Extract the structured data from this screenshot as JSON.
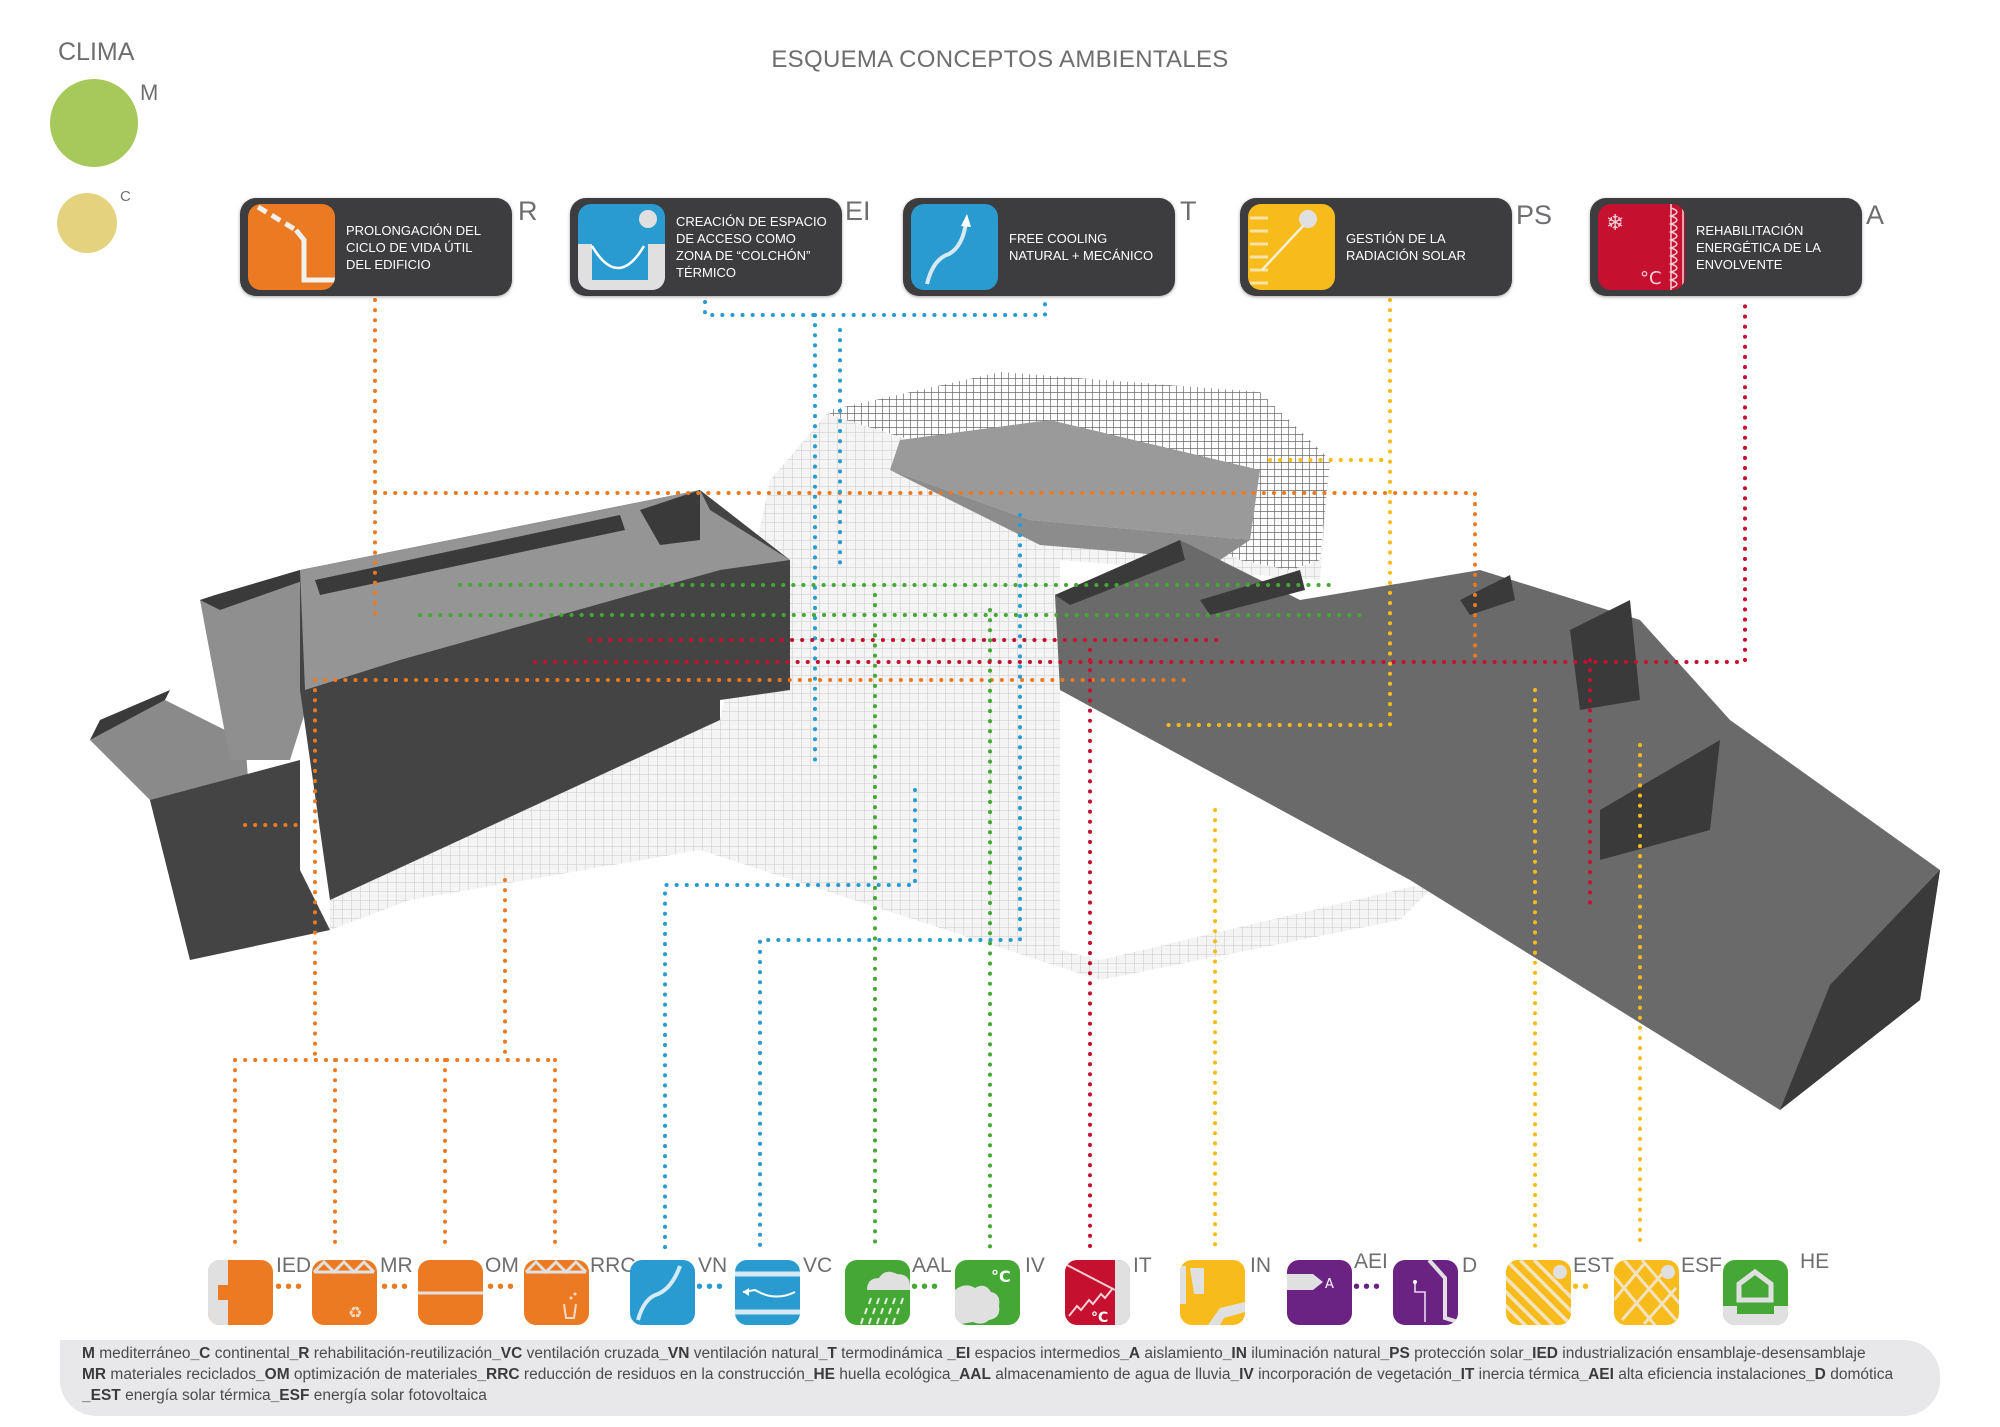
{
  "title": "ESQUEMA CONCEPTOS AMBIENTALES",
  "clima": {
    "label": "CLIMA",
    "items": [
      {
        "code": "M",
        "name": "mediterráneo",
        "color": "#a7c85b"
      },
      {
        "code": "C",
        "name": "continental",
        "color": "#e4d27f"
      }
    ]
  },
  "colors": {
    "orange": "#ec7a22",
    "blue": "#2a9bd0",
    "green": "#45a835",
    "red": "#c5102f",
    "yellow": "#f7bb1c",
    "purple": "#6b2383",
    "dark_card": "#3d3c3e",
    "light_grey": "#e0e0e1"
  },
  "concepts": [
    {
      "code": "R",
      "text": "PROLONGACIÓN DEL\nCICLO DE VIDA ÚTIL\nDEL EDIFICIO",
      "color": "#ec7a22",
      "icon": "building-profile-icon"
    },
    {
      "code": "EI",
      "text": "CREACIÓN DE ESPACIO\nDE ACCESO COMO\nZONA DE “COLCHÓN”\nTÉRMICO",
      "color": "#2a9bd0",
      "icon": "thermal-cushion-icon"
    },
    {
      "code": "T",
      "text": "FREE COOLING\nNATURAL + MECÁNICO",
      "color": "#2a9bd0",
      "icon": "airflow-arrow-icon"
    },
    {
      "code": "PS",
      "text": "GESTIÓN DE LA\nRADIACIÓN SOLAR",
      "color": "#f7bb1c",
      "icon": "solar-radiation-icon"
    },
    {
      "code": "A",
      "text": "REHABILITACIÓN\nENERGÉTICA DE LA\nENVOLVENTE",
      "color": "#c5102f",
      "icon": "insulation-icon"
    }
  ],
  "strategies": [
    {
      "code": "IED",
      "color": "#ec7a22",
      "icon": "assembly-icon"
    },
    {
      "code": "MR",
      "color": "#ec7a22",
      "icon": "recycle-icon"
    },
    {
      "code": "OM",
      "color": "#ec7a22",
      "icon": "material-optimization-icon"
    },
    {
      "code": "RRC",
      "color": "#ec7a22",
      "icon": "waste-bin-icon"
    },
    {
      "code": "VN",
      "color": "#2a9bd0",
      "icon": "natural-ventilation-icon"
    },
    {
      "code": "VC",
      "color": "#2a9bd0",
      "icon": "cross-ventilation-icon"
    },
    {
      "code": "AAL",
      "color": "#45a835",
      "icon": "rain-cloud-icon"
    },
    {
      "code": "IV",
      "color": "#45a835",
      "icon": "vegetation-icon"
    },
    {
      "code": "IT",
      "color": "#c5102f",
      "icon": "thermal-inertia-icon"
    },
    {
      "code": "IN",
      "color": "#f7bb1c",
      "icon": "daylight-icon"
    },
    {
      "code": "AEI",
      "color": "#6b2383",
      "icon": "efficiency-tag-icon"
    },
    {
      "code": "D",
      "color": "#6b2383",
      "icon": "domotics-circuit-icon"
    },
    {
      "code": "EST",
      "color": "#f7bb1c",
      "icon": "solar-thermal-icon"
    },
    {
      "code": "ESF",
      "color": "#f7bb1c",
      "icon": "solar-pv-icon"
    },
    {
      "code": "HE",
      "color": "#45a835",
      "icon": "eco-house-icon"
    }
  ],
  "separators": [
    "•••",
    "•••",
    "•••",
    "•••",
    "•••",
    "•••"
  ],
  "legend": {
    "lines": [
      [
        {
          "code": "M",
          "desc": "mediterráneo"
        },
        {
          "code": "C",
          "desc": "continental"
        },
        {
          "code": "R",
          "desc": "rehabilitación-reutilización"
        },
        {
          "code": "VC",
          "desc": "ventilación cruzada"
        },
        {
          "code": "VN",
          "desc": "ventilación natural"
        },
        {
          "code": "T",
          "desc": "termodinámica "
        },
        {
          "code": "EI",
          "desc": "espacios intermedios"
        },
        {
          "code": "A",
          "desc": "aislamiento"
        },
        {
          "code": "IN",
          "desc": "iluminación natural"
        },
        {
          "code": "PS",
          "desc": "protección solar"
        },
        {
          "code": "IED",
          "desc": "industrialización ensamblaje-desensamblaje"
        }
      ],
      [
        {
          "code": "MR",
          "desc": "materiales reciclados"
        },
        {
          "code": "OM",
          "desc": "optimización de  materiales"
        },
        {
          "code": "RRC",
          "desc": "reducción de residuos en la construcción"
        },
        {
          "code": "HE",
          "desc": "huella ecológica"
        },
        {
          "code": "AAL",
          "desc": "almacenamiento de agua de lluvia"
        },
        {
          "code": "IV",
          "desc": "incorporación de vegetación"
        },
        {
          "code": "IT",
          "desc": "inercia térmica"
        },
        {
          "code": "AEI",
          "desc": "alta eficiencia instalaciones"
        },
        {
          "code": "D",
          "desc": "domótica"
        }
      ],
      [
        {
          "code": "EST",
          "desc": "energía solar térmica"
        },
        {
          "code": "ESF",
          "desc": "energía solar fotovoltaica"
        }
      ]
    ]
  }
}
